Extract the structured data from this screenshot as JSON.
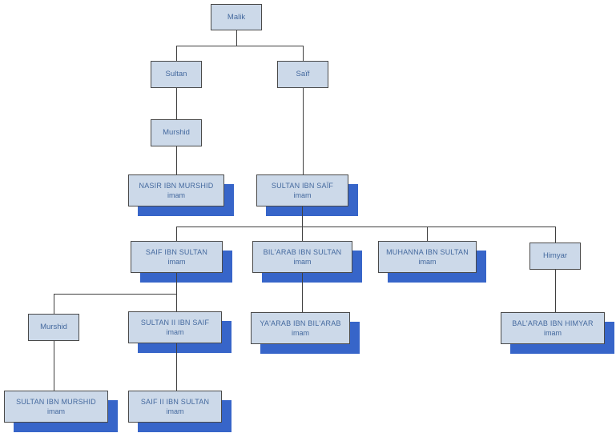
{
  "diagram": {
    "type": "family-tree",
    "nodes": {
      "malik": {
        "label": "Malik"
      },
      "sultan": {
        "label": "Sultan"
      },
      "saif": {
        "label": "Saïf"
      },
      "murshid_1": {
        "label": "Murshid"
      },
      "nasir_ibn_murshid": {
        "name": "NASIR IBN MURSHID",
        "role": "imam"
      },
      "sultan_ibn_saif": {
        "name": "SULTAN IBN SAÏF",
        "role": "imam"
      },
      "saif_ibn_sultan": {
        "name": "SAIF IBN SULTAN",
        "role": "imam"
      },
      "bilarab_ibn_sultan": {
        "name": "BIL'ARAB IBN SULTAN",
        "role": "imam"
      },
      "muhanna_ibn_sultan": {
        "name": "MUHANNA IBN SULTAN",
        "role": "imam"
      },
      "himyar": {
        "label": "Himyar"
      },
      "murshid_2": {
        "label": "Murshid"
      },
      "sultan_ii_ibn_saif": {
        "name": "SULTAN II IBN SAIF",
        "role": "imam"
      },
      "yaarab_ibn_bilarab": {
        "name": "YA'ARAB IBN BIL'ARAB",
        "role": "imam"
      },
      "balarab_ibn_himyar": {
        "name": "BAL'ARAB IBN HIMYAR",
        "role": "imam"
      },
      "sultan_ibn_murshid": {
        "name": "SULTAN IBN MURSHID",
        "role": "imam"
      },
      "saif_ii_ibn_sultan": {
        "name": "SAIF II IBN SULTAN",
        "role": "imam"
      }
    },
    "edges": [
      {
        "from": "Malik",
        "to": "Sultan"
      },
      {
        "from": "Malik",
        "to": "Saïf"
      },
      {
        "from": "Sultan",
        "to": "Murshid"
      },
      {
        "from": "Murshid",
        "to": "NASIR IBN MURSHID"
      },
      {
        "from": "Saïf",
        "to": "SULTAN IBN SAÏF"
      },
      {
        "from": "SULTAN IBN SAÏF",
        "to": "SAIF IBN SULTAN"
      },
      {
        "from": "SULTAN IBN SAÏF",
        "to": "BIL'ARAB IBN SULTAN"
      },
      {
        "from": "SULTAN IBN SAÏF",
        "to": "MUHANNA IBN SULTAN"
      },
      {
        "from": "SULTAN IBN SAÏF",
        "to": "Himyar"
      },
      {
        "from": "SAIF IBN SULTAN",
        "to": "Murshid"
      },
      {
        "from": "SAIF IBN SULTAN",
        "to": "SULTAN II IBN SAIF"
      },
      {
        "from": "BIL'ARAB IBN SULTAN",
        "to": "YA'ARAB IBN BIL'ARAB"
      },
      {
        "from": "Himyar",
        "to": "BAL'ARAB IBN HIMYAR"
      },
      {
        "from": "Murshid",
        "to": "SULTAN IBN MURSHID"
      },
      {
        "from": "SULTAN II IBN SAIF",
        "to": "SAIF II IBN SULTAN"
      }
    ],
    "colors": {
      "node_fill": "#ccd9e9",
      "node_border": "#4a4a4a",
      "text": "#44699e",
      "shadow": "#3765c9",
      "connector": "#3f3f3f"
    }
  }
}
